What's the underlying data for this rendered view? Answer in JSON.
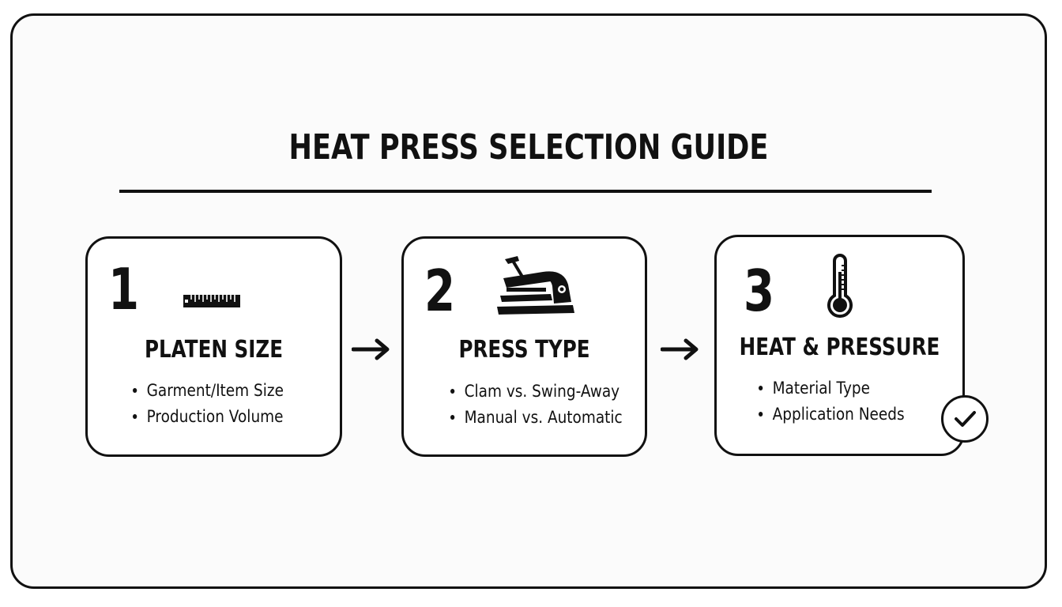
{
  "title": "HEAT PRESS SELECTION GUIDE",
  "steps": [
    {
      "number": "1",
      "icon": "ruler-icon",
      "title": "PLATEN SIZE",
      "bullets": [
        "Garment/Item Size",
        "Production Volume"
      ]
    },
    {
      "number": "2",
      "icon": "heat-press-icon",
      "title": "PRESS TYPE",
      "bullets": [
        "Clam vs. Swing-Away",
        "Manual vs. Automatic"
      ]
    },
    {
      "number": "3",
      "icon": "thermometer-icon",
      "title": "HEAT & PRESSURE",
      "bullets": [
        "Material Type",
        "Application Needs"
      ]
    }
  ],
  "connectors": [
    "arrow-right-icon",
    "arrow-right-icon"
  ],
  "badge": "checkmark-icon",
  "colors": {
    "ink": "#111111",
    "background": "#ffffff",
    "panel": "#fbfbfb"
  }
}
